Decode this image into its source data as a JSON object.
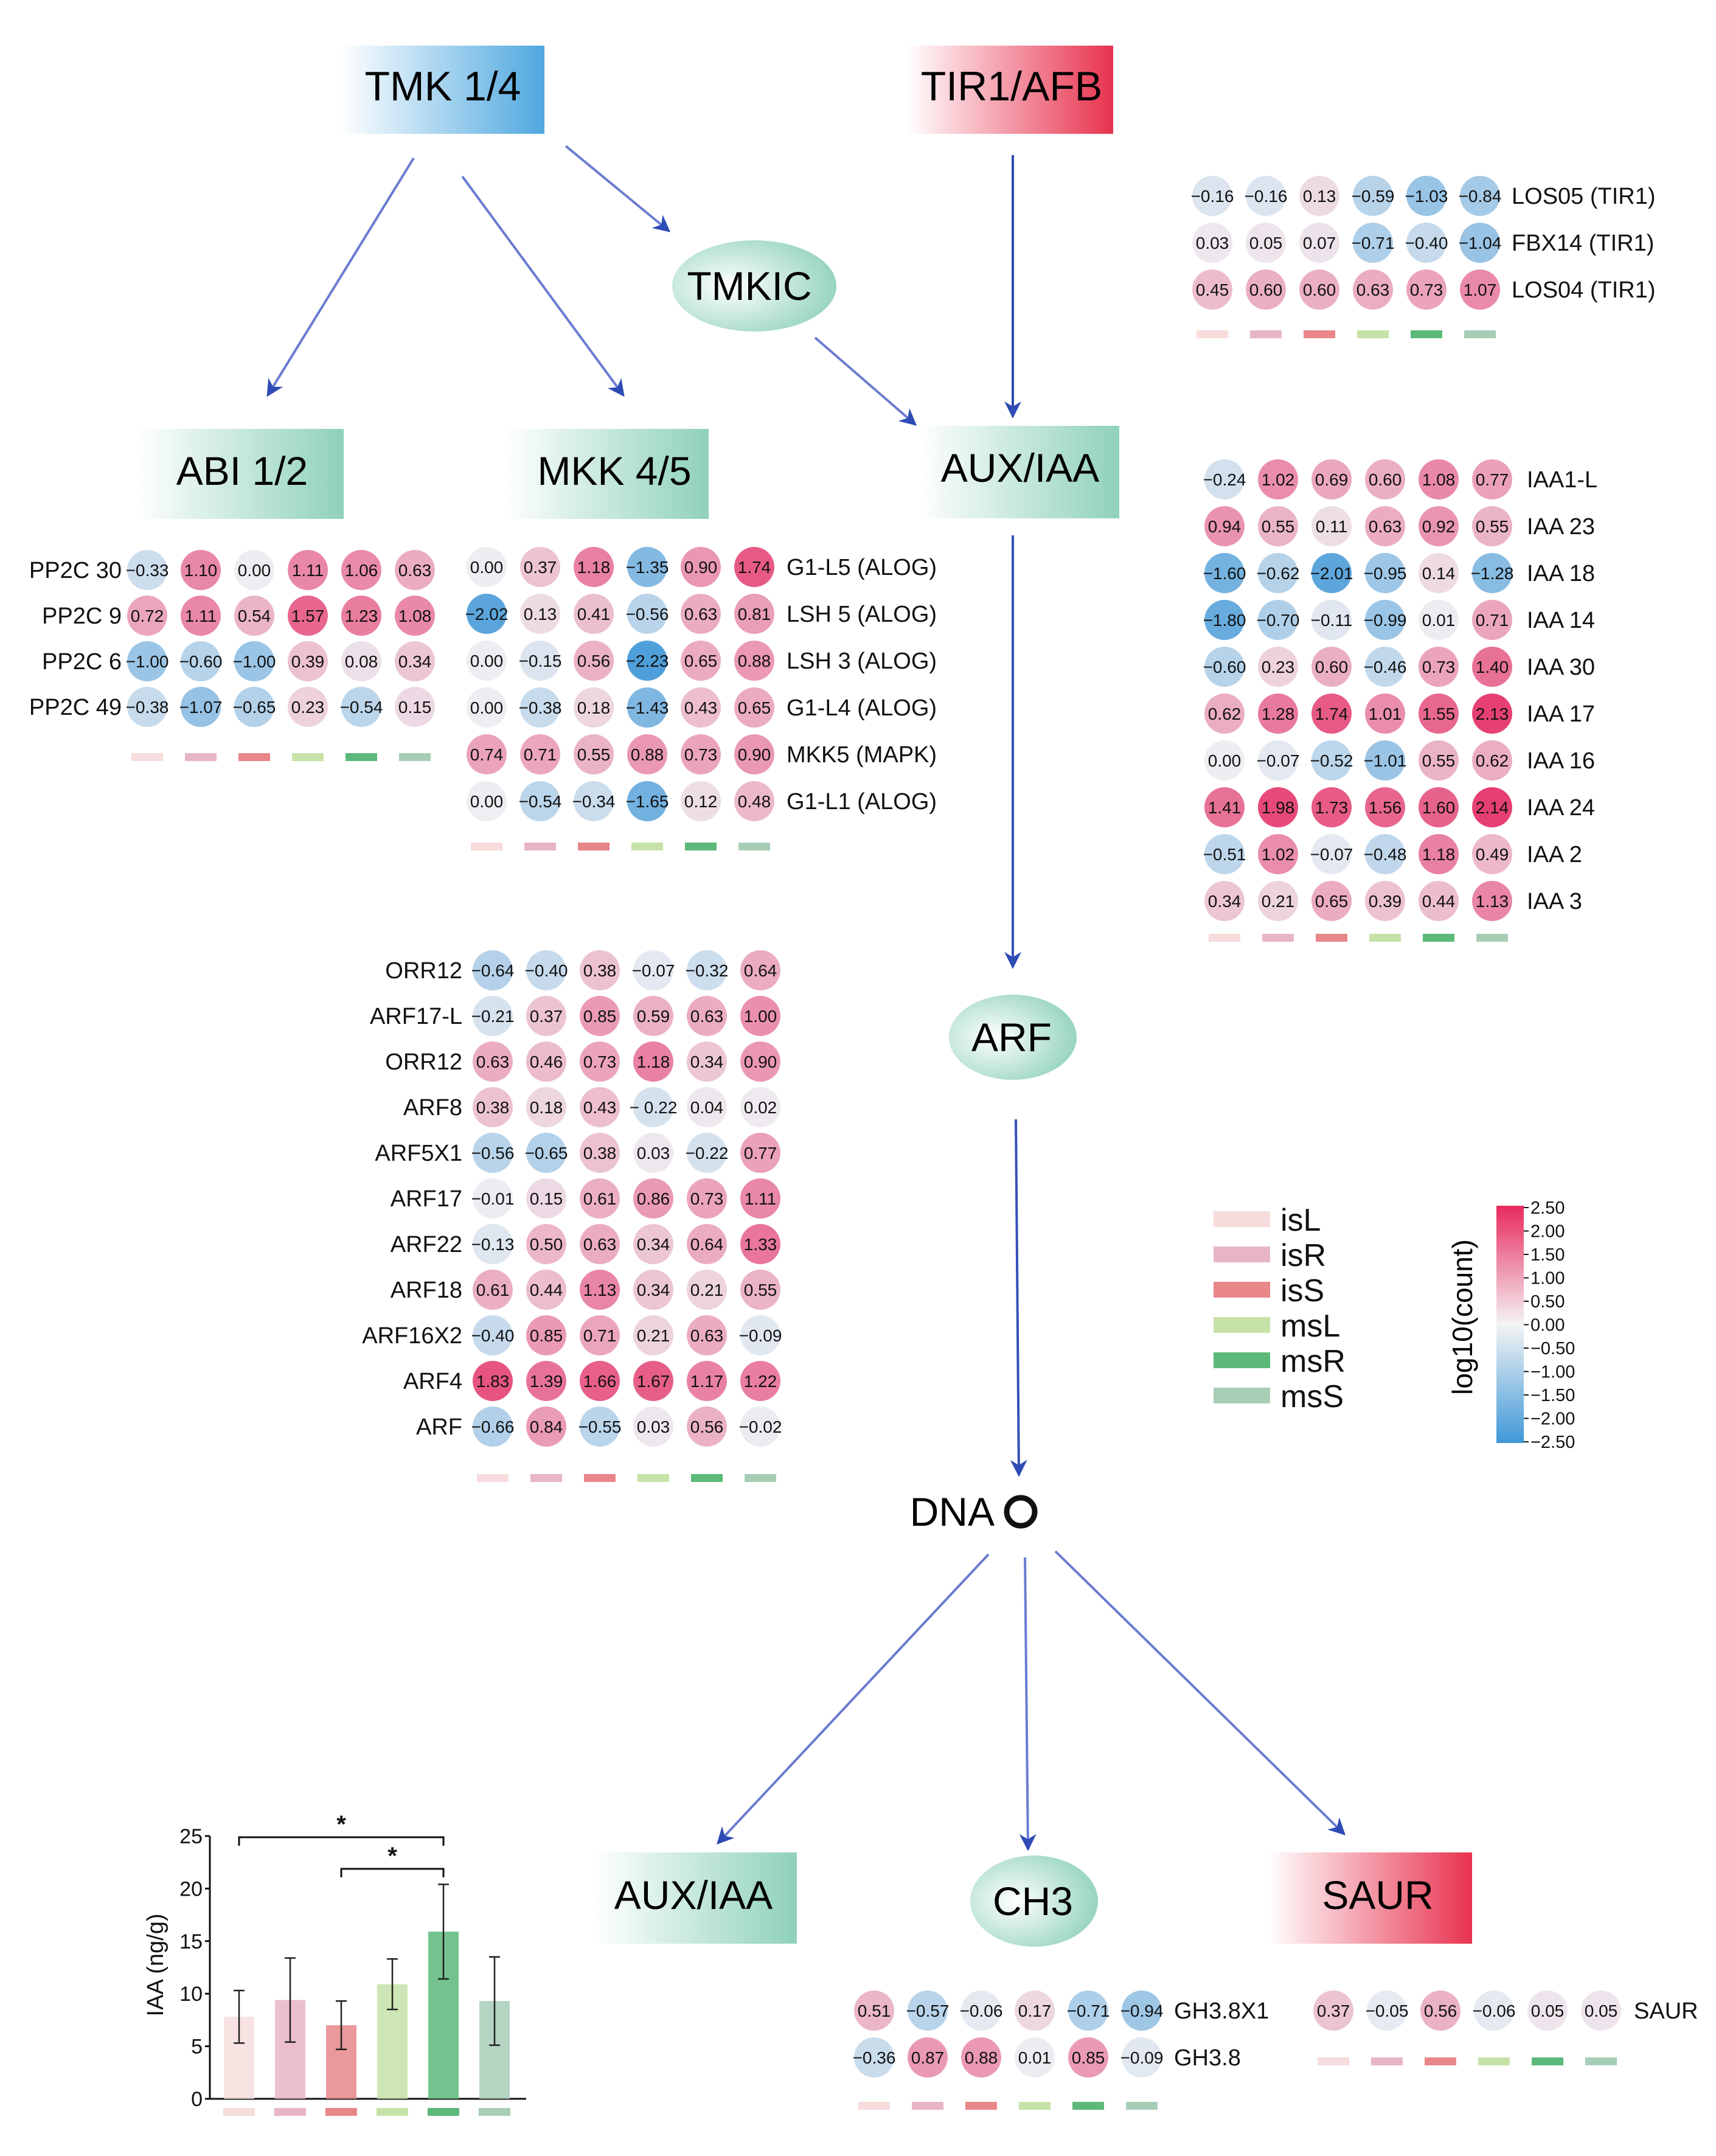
{
  "nodes": {
    "tmk": "TMK 1/4",
    "tir": "TIR1/AFB",
    "tmkic": "TMKIC",
    "abi": "ABI 1/2",
    "mkk": "MKK 4/5",
    "auxiaa_top": "AUX/IAA",
    "arf": "ARF",
    "dna": "DNA",
    "auxiaa_bottom": "AUX/IAA",
    "ch3": "CH3",
    "saur": "SAUR"
  },
  "sample_colors": [
    "#f6dcdc",
    "#e8b4c8",
    "#e8868a",
    "#c6e2a8",
    "#5cb97a",
    "#a8cdb6"
  ],
  "legend": {
    "items": [
      "isL",
      "isR",
      "isS",
      "msL",
      "msR",
      "msS"
    ],
    "colorbar_title": "log10(count)",
    "colorbar_ticks": [
      "2.50",
      "2.00",
      "1.50",
      "1.00",
      "0.50",
      "0.00",
      "−0.50",
      "−1.00",
      "−1.50",
      "−2.00",
      "−2.50"
    ]
  },
  "heatmaps": {
    "tir1": [
      {
        "label": "LOS05 (TIR1)",
        "values": [
          "−0.16",
          "−0.16",
          "0.13",
          "−0.59",
          "−1.03",
          "−0.84"
        ]
      },
      {
        "label": "FBX14 (TIR1)",
        "values": [
          "0.03",
          "0.05",
          "0.07",
          "−0.71",
          "−0.40",
          "−1.04"
        ]
      },
      {
        "label": "LOS04 (TIR1)",
        "values": [
          "0.45",
          "0.60",
          "0.60",
          "0.63",
          "0.73",
          "1.07"
        ]
      }
    ],
    "abi": [
      {
        "label": "PP2C 30",
        "values": [
          "−0.33",
          "1.10",
          "0.00",
          "1.11",
          "1.06",
          "0.63"
        ]
      },
      {
        "label": "PP2C 9",
        "values": [
          "0.72",
          "1.11",
          "0.54",
          "1.57",
          "1.23",
          "1.08"
        ]
      },
      {
        "label": "PP2C 6",
        "values": [
          "−1.00",
          "−0.60",
          "−1.00",
          "0.39",
          "0.08",
          "0.34"
        ]
      },
      {
        "label": "PP2C 49",
        "values": [
          "−0.38",
          "−1.07",
          "−0.65",
          "0.23",
          "−0.54",
          "0.15"
        ]
      }
    ],
    "mkk": [
      {
        "label": "G1-L5 (ALOG)",
        "values": [
          "0.00",
          "0.37",
          "1.18",
          "−1.35",
          "0.90",
          "1.74"
        ]
      },
      {
        "label": "LSH 5 (ALOG)",
        "values": [
          "−2.02",
          "0.13",
          "0.41",
          "−0.56",
          "0.63",
          "0.81"
        ]
      },
      {
        "label": "LSH 3 (ALOG)",
        "values": [
          "0.00",
          "−0.15",
          "0.56",
          "−2.23",
          "0.65",
          "0.88"
        ]
      },
      {
        "label": "G1-L4 (ALOG)",
        "values": [
          "0.00",
          "−0.38",
          "0.18",
          "−1.43",
          "0.43",
          "0.65"
        ]
      },
      {
        "label": "MKK5 (MAPK)",
        "values": [
          "0.74",
          "0.71",
          "0.55",
          "0.88",
          "0.73",
          "0.90"
        ]
      },
      {
        "label": "G1-L1 (ALOG)",
        "values": [
          "0.00",
          "−0.54",
          "−0.34",
          "−1.65",
          "0.12",
          "0.48"
        ]
      }
    ],
    "iaa": [
      {
        "label": "IAA1-L",
        "values": [
          "−0.24",
          "1.02",
          "0.69",
          "0.60",
          "1.08",
          "0.77"
        ]
      },
      {
        "label": "IAA 23",
        "values": [
          "0.94",
          "0.55",
          "0.11",
          "0.63",
          "0.92",
          "0.55"
        ]
      },
      {
        "label": "IAA 18",
        "values": [
          "−1.60",
          "−0.62",
          "−2.01",
          "−0.95",
          "0.14",
          "−1.28"
        ]
      },
      {
        "label": "IAA 14",
        "values": [
          "−1.80",
          "−0.70",
          "−0.11",
          "−0.99",
          "0.01",
          "0.71"
        ]
      },
      {
        "label": "IAA 30",
        "values": [
          "−0.60",
          "0.23",
          "0.60",
          "−0.46",
          "0.73",
          "1.40"
        ]
      },
      {
        "label": "IAA 17",
        "values": [
          "0.62",
          "1.28",
          "1.74",
          "1.01",
          "1.55",
          "2.13"
        ]
      },
      {
        "label": "IAA 16",
        "values": [
          "0.00",
          "−0.07",
          "−0.52",
          "−1.01",
          "0.55",
          "0.62"
        ]
      },
      {
        "label": "IAA 24",
        "values": [
          "1.41",
          "1.98",
          "1.73",
          "1.56",
          "1.60",
          "2.14"
        ]
      },
      {
        "label": "IAA 2",
        "values": [
          "−0.51",
          "1.02",
          "−0.07",
          "−0.48",
          "1.18",
          "0.49"
        ]
      },
      {
        "label": "IAA 3",
        "values": [
          "0.34",
          "0.21",
          "0.65",
          "0.39",
          "0.44",
          "1.13"
        ]
      }
    ],
    "arf": [
      {
        "label": "ORR12",
        "values": [
          "−0.64",
          "−0.40",
          "0.38",
          "−0.07",
          "−0.32",
          "0.64"
        ]
      },
      {
        "label": "ARF17-L",
        "values": [
          "−0.21",
          "0.37",
          "0.85",
          "0.59",
          "0.63",
          "1.00"
        ]
      },
      {
        "label": "ORR12",
        "values": [
          "0.63",
          "0.46",
          "0.73",
          "1.18",
          "0.34",
          "0.90"
        ]
      },
      {
        "label": "ARF8",
        "values": [
          "0.38",
          "0.18",
          "0.43",
          "− 0.22",
          "0.04",
          "0.02"
        ]
      },
      {
        "label": "ARF5X1",
        "values": [
          "−0.56",
          "−0.65",
          "0.38",
          "0.03",
          "−0.22",
          "0.77"
        ]
      },
      {
        "label": "ARF17",
        "values": [
          "−0.01",
          "0.15",
          "0.61",
          "0.86",
          "0.73",
          "1.11"
        ]
      },
      {
        "label": "ARF22",
        "values": [
          "−0.13",
          "0.50",
          "0.63",
          "0.34",
          "0.64",
          "1.33"
        ]
      },
      {
        "label": "ARF18",
        "values": [
          "0.61",
          "0.44",
          "1.13",
          "0.34",
          "0.21",
          "0.55"
        ]
      },
      {
        "label": "ARF16X2",
        "values": [
          "−0.40",
          "0.85",
          "0.71",
          "0.21",
          "0.63",
          "−0.09"
        ]
      },
      {
        "label": "ARF4",
        "values": [
          "1.83",
          "1.39",
          "1.66",
          "1.67",
          "1.17",
          "1.22"
        ]
      },
      {
        "label": "ARF",
        "values": [
          "−0.66",
          "0.84",
          "−0.55",
          "0.03",
          "0.56",
          "−0.02"
        ]
      }
    ],
    "gh3": [
      {
        "label": "GH3.8X1",
        "values": [
          "0.51",
          "−0.57",
          "−0.06",
          "0.17",
          "−0.71",
          "−0.94"
        ]
      },
      {
        "label": "GH3.8",
        "values": [
          "−0.36",
          "0.87",
          "0.88",
          "0.01",
          "0.85",
          "−0.09"
        ]
      }
    ],
    "saur": [
      {
        "label": "SAUR",
        "values": [
          "0.37",
          "−0.05",
          "0.56",
          "−0.06",
          "0.05",
          "0.05"
        ]
      }
    ]
  },
  "chart_data": {
    "type": "bar",
    "categories": [
      "isL",
      "isR",
      "isS",
      "msL",
      "msR",
      "msS"
    ],
    "values": [
      7.8,
      9.4,
      7.0,
      10.9,
      15.9,
      9.3
    ],
    "errors": [
      2.5,
      4.0,
      2.3,
      2.4,
      4.5,
      4.2
    ],
    "ylabel": "IAA (ng/g)",
    "ylim": [
      0,
      25
    ],
    "yticks": [
      "0",
      "5",
      "10",
      "15",
      "20",
      "25"
    ],
    "significance": [
      {
        "from": "isL",
        "to": "msR",
        "label": "*"
      },
      {
        "from": "isS",
        "to": "msR",
        "label": "*"
      }
    ]
  }
}
